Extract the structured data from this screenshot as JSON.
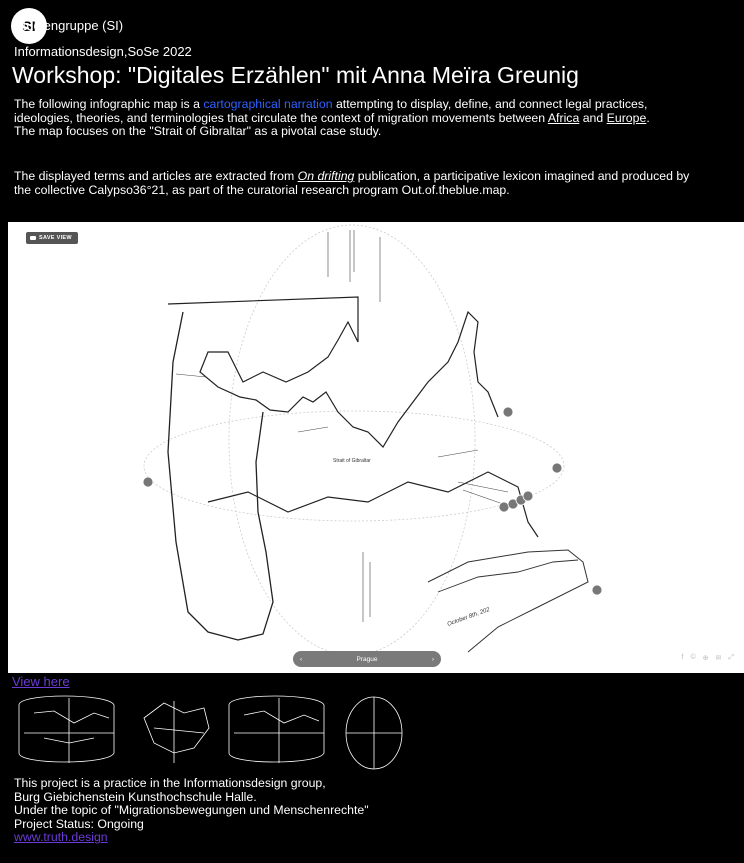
{
  "header": {
    "logo_text": "SI",
    "group_name": "Studiengruppe (SI)",
    "course": "Informationsdesign,SoSe 2022",
    "title": "Workshop: \"Digitales Erzählen\" mit Anna Meïra Greunig",
    "p1_a": "The following infographic map is a ",
    "p1_link": "cartographical narration",
    "p1_b": " attempting to display, define, and connect legal practices, ideologies, theories, and terminologies that circulate the context of migration movements between ",
    "p1_africa": "Africa",
    "p1_and": " and ",
    "p1_europe": "Europe",
    "p1_c": ".",
    "p1_d": "The map focuses on the \"Strait of Gibraltar\" as a pivotal case study.",
    "p2_a": "The displayed terms and articles are extracted from ",
    "p2_link": "On drifting",
    "p2_b": " publication, a participative lexicon imagined and produced by the collective Calypso36°21, as part of the curatorial research program Out.of.theblue.map."
  },
  "map": {
    "save_view": "SAVE VIEW",
    "nav_prev": "‹",
    "nav_label": "Prague",
    "nav_next": "›",
    "map_label_strait": "Strait of Gibraltar",
    "map_label_date": "October 8th, 202",
    "tool_icons": [
      "facebook-icon",
      "twitter-icon",
      "share-icon",
      "embed-icon",
      "fullscreen-icon"
    ],
    "tools": [
      "f",
      "©",
      "⊕",
      "✉",
      "⤢"
    ]
  },
  "links": {
    "view_here": "View here"
  },
  "footer": {
    "line1": "This project is a practice in the Informationsdesign group,",
    "line2": "Burg Giebichenstein Kunsthochschule Halle.",
    "line3": "Under the topic of \"Migrationsbewegungen und Menschenrechte\"",
    "line4": "Project Status: Ongoing",
    "site": "www.truth.design"
  },
  "colors": {
    "background": "#000000",
    "link_blue": "#2e61ff",
    "visited_link": "#6b3bd6",
    "map_bg": "#ffffff"
  }
}
